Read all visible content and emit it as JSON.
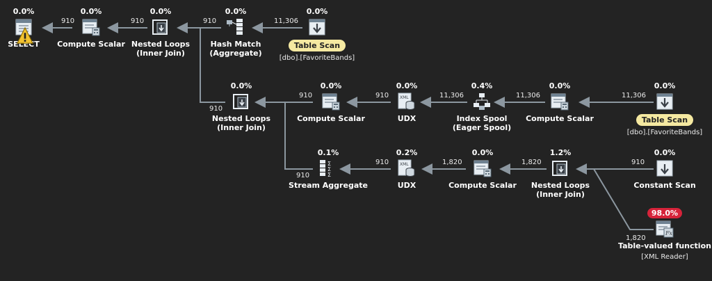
{
  "nodes": {
    "select": {
      "pct": "0.0%",
      "label": "SELECT",
      "icon": "select-icon"
    },
    "cs1": {
      "pct": "0.0%",
      "label": "Compute Scalar",
      "icon": "compute-scalar-icon"
    },
    "nl1": {
      "pct": "0.0%",
      "label": "Nested Loops",
      "label2": "(Inner Join)",
      "icon": "nested-loops-icon"
    },
    "hm": {
      "pct": "0.0%",
      "label": "Hash Match",
      "label2": "(Aggregate)",
      "icon": "hash-match-icon"
    },
    "ts1": {
      "pct": "0.0%",
      "label": "Table Scan",
      "object": "[dbo].[FavoriteBands]",
      "icon": "table-scan-icon"
    },
    "nl2": {
      "pct": "0.0%",
      "label": "Nested Loops",
      "label2": "(Inner Join)",
      "icon": "nested-loops-icon"
    },
    "cs2": {
      "pct": "0.0%",
      "label": "Compute Scalar",
      "icon": "compute-scalar-icon"
    },
    "udx1": {
      "pct": "0.0%",
      "label": "UDX",
      "icon": "udx-xml-icon"
    },
    "spool": {
      "pct": "0.4%",
      "label": "Index Spool",
      "label2": "(Eager Spool)",
      "icon": "index-spool-icon"
    },
    "cs3": {
      "pct": "0.0%",
      "label": "Compute Scalar",
      "icon": "compute-scalar-icon"
    },
    "ts2": {
      "pct": "0.0%",
      "label": "Table Scan",
      "object": "[dbo].[FavoriteBands]",
      "icon": "table-scan-icon"
    },
    "sa": {
      "pct": "0.1%",
      "label": "Stream Aggregate",
      "icon": "stream-aggregate-icon"
    },
    "udx2": {
      "pct": "0.2%",
      "label": "UDX",
      "icon": "udx-xml-icon"
    },
    "cs4": {
      "pct": "0.0%",
      "label": "Compute Scalar",
      "icon": "compute-scalar-icon"
    },
    "nl3": {
      "pct": "1.2%",
      "label": "Nested Loops",
      "label2": "(Inner Join)",
      "icon": "nested-loops-icon"
    },
    "cscan": {
      "pct": "0.0%",
      "label": "Constant Scan",
      "icon": "constant-scan-icon"
    },
    "tvf": {
      "pct": "98.0%",
      "label": "Table-valued function",
      "object": "[XML Reader]",
      "icon": "table-valued-function-icon"
    }
  },
  "row_counts": {
    "cs1_to_select": "910",
    "nl1_to_cs1": "910",
    "hm_to_nl1": "910",
    "ts1_to_hm": "11,306",
    "nl2_to_nl1": "910",
    "cs2_to_nl2": "910",
    "udx1_to_cs2": "910",
    "spool_to_udx1": "11,306",
    "cs3_to_spool": "11,306",
    "ts2_to_cs3": "11,306",
    "sa_to_nl2": "910",
    "udx2_to_sa": "910",
    "cs4_to_udx2": "1,820",
    "nl3_to_cs4": "1,820",
    "cscan_to_nl3": "910",
    "tvf_to_nl3": "1,820"
  },
  "colors": {
    "background": "#232323",
    "arrow": "#8c97a0",
    "hot_badge": "#d6233a",
    "table_pill": "#f5e9a1"
  }
}
